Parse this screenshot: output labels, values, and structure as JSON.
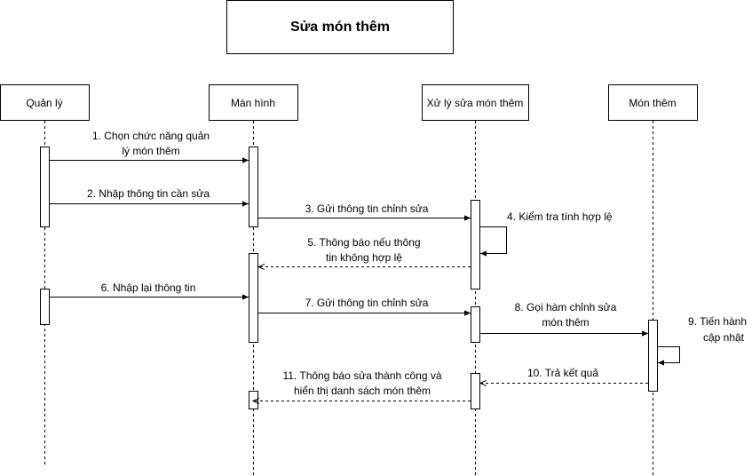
{
  "title": "Sửa món thêm",
  "participants": {
    "p1": "Quản lý",
    "p2": "Màn hình",
    "p3": "Xử lý sửa món thêm",
    "p4": "Món thêm"
  },
  "messages": {
    "m1": [
      "1. Chọn chức năng quản",
      "lý món thêm"
    ],
    "m2": [
      "2. Nhập thông tin cần sửa"
    ],
    "m3": [
      "3. Gửi thông tin chỉnh sửa"
    ],
    "m4": [
      "4. Kiểm tra tính hợp lệ"
    ],
    "m5": [
      "5. Thông báo nếu thông",
      "tin không hợp lệ"
    ],
    "m6": [
      "6. Nhập lại thông tin"
    ],
    "m7": [
      "7. Gửi thông tin chỉnh sửa"
    ],
    "m8": [
      "8. Gọi hàm chỉnh sửa",
      "món thêm"
    ],
    "m9": [
      "9. Tiến hành",
      "cập nhật"
    ],
    "m10": [
      "10. Trả kết quả"
    ],
    "m11": [
      "11. Thông báo sửa thành công và",
      "hiển thị danh sách món thêm"
    ]
  }
}
